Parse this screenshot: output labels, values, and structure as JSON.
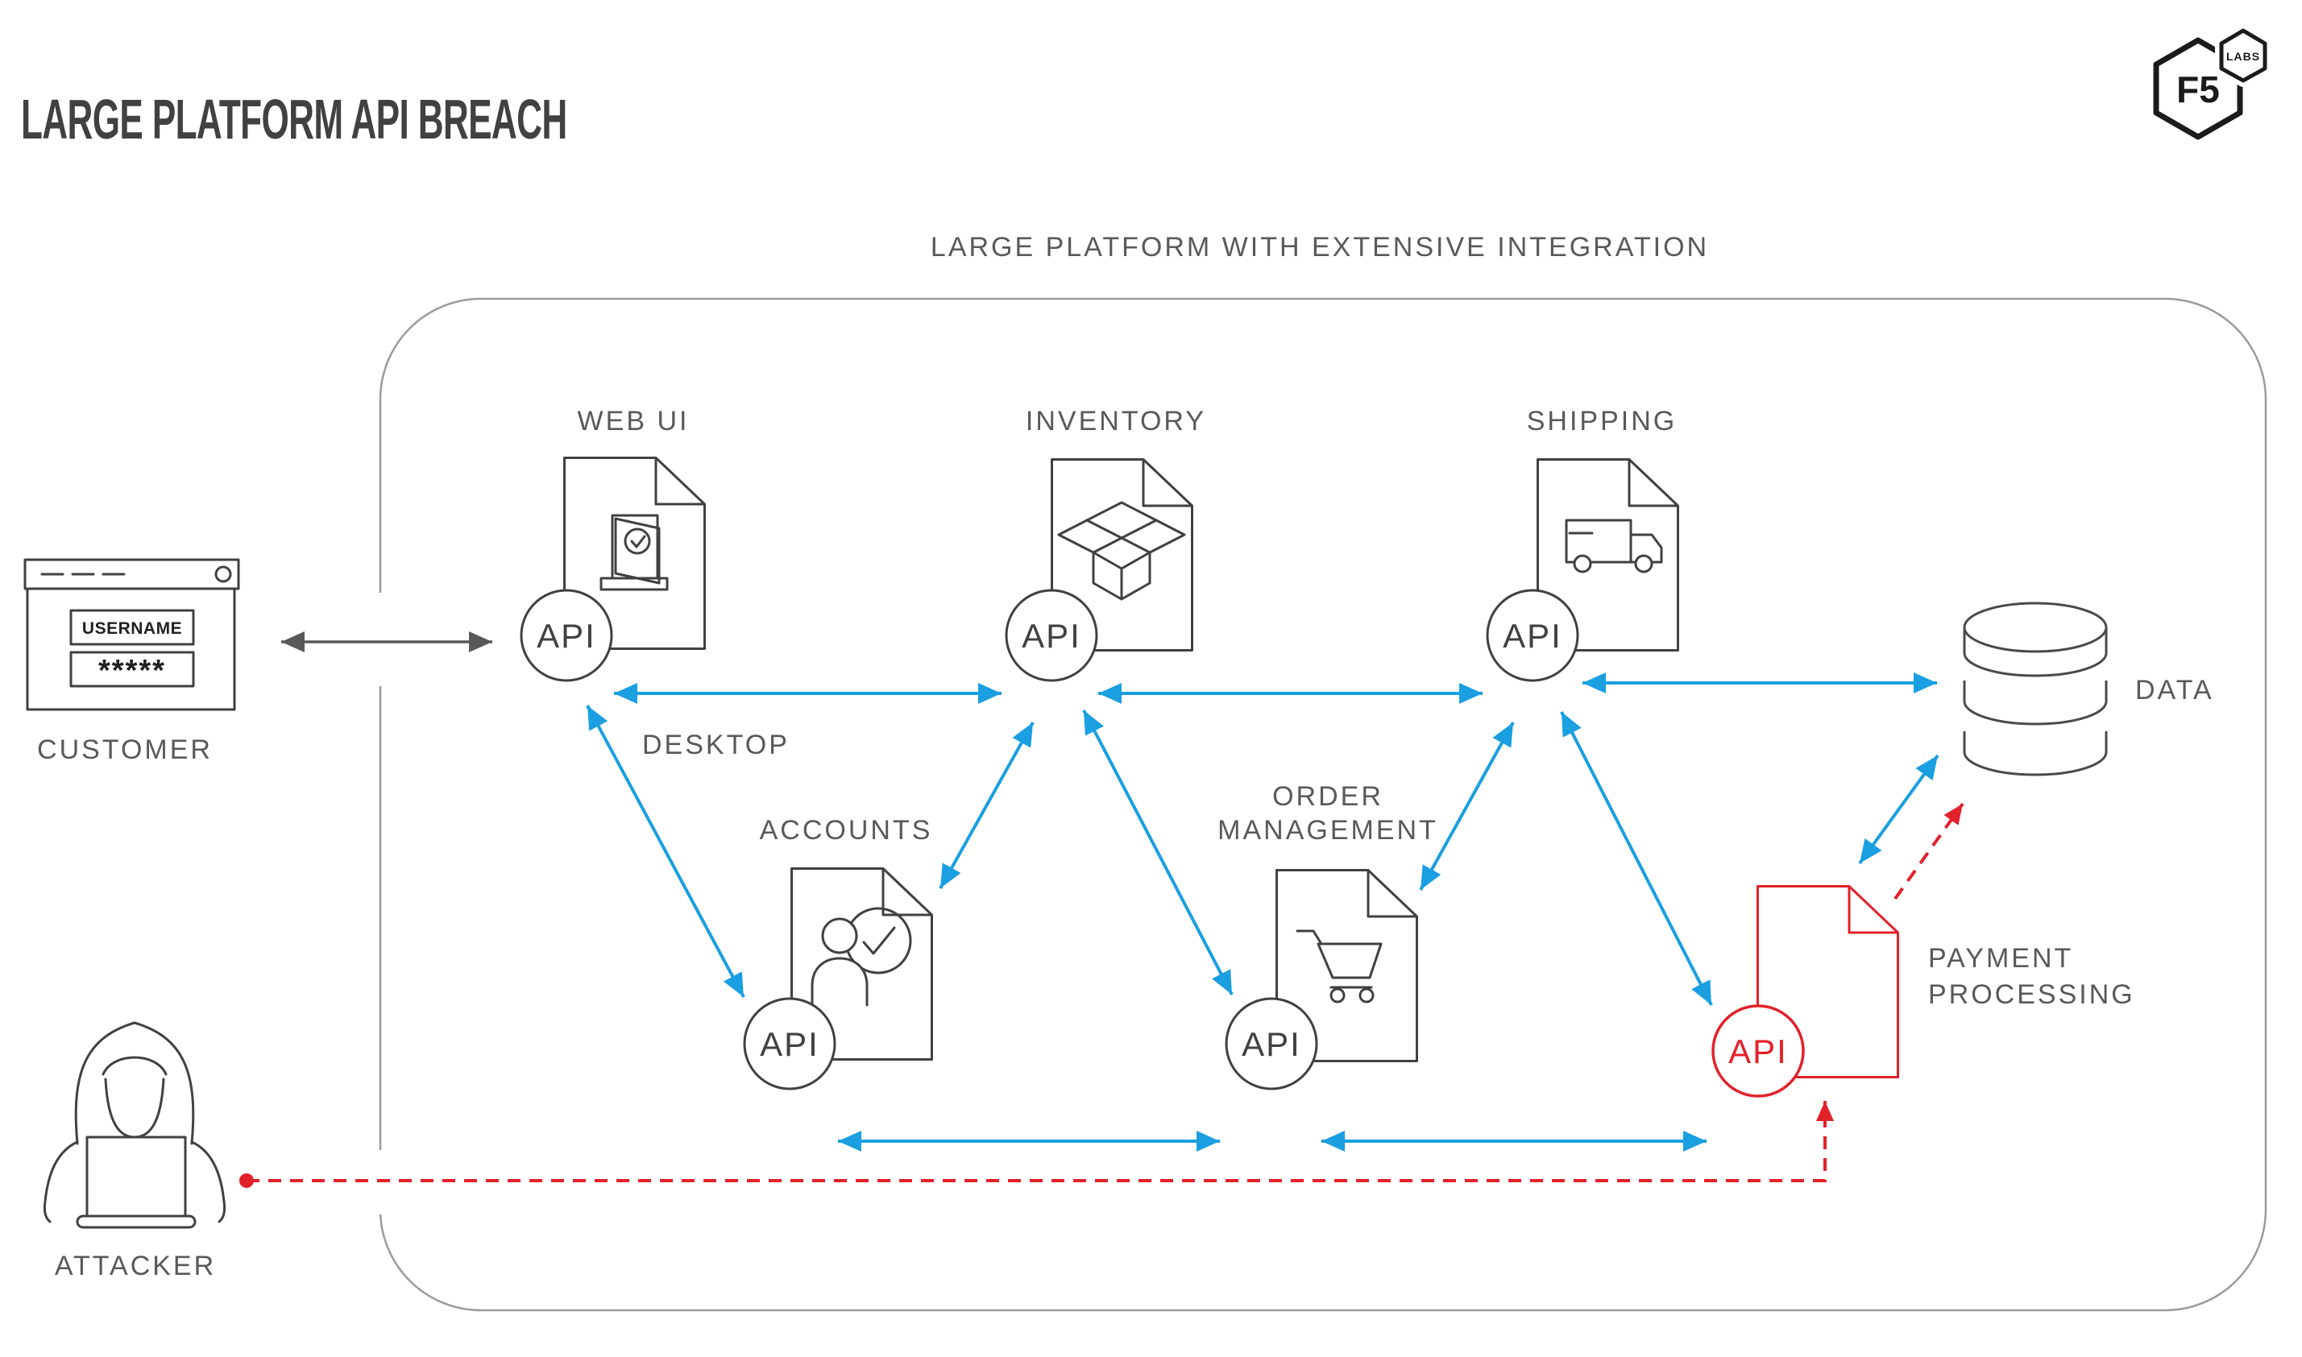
{
  "page": {
    "title": "LARGE PLATFORM API BREACH"
  },
  "logo": {
    "brand": "F5",
    "sub": "LABS"
  },
  "diagram": {
    "subtitle": "LARGE PLATFORM WITH EXTENSIVE INTEGRATION",
    "api_label": "API",
    "desktop_link_label": "DESKTOP",
    "customer": {
      "label": "CUSTOMER",
      "username": "USERNAME",
      "password": "*****"
    },
    "attacker": {
      "label": "ATTACKER"
    },
    "nodes": {
      "web_ui": {
        "label": "WEB UI"
      },
      "inventory": {
        "label": "INVENTORY"
      },
      "shipping": {
        "label": "SHIPPING"
      },
      "accounts": {
        "label": "ACCOUNTS"
      },
      "order_management": {
        "label_line1": "ORDER",
        "label_line2": "MANAGEMENT"
      },
      "payment_processing": {
        "label_line1": "PAYMENT",
        "label_line2": "PROCESSING"
      },
      "data": {
        "label": "DATA"
      }
    },
    "colors": {
      "link_blue": "#1A9FE1",
      "breach_red": "#E3212A",
      "ink": "#414042",
      "muted_text": "#58595B",
      "container_border": "#9B9B9D"
    }
  }
}
